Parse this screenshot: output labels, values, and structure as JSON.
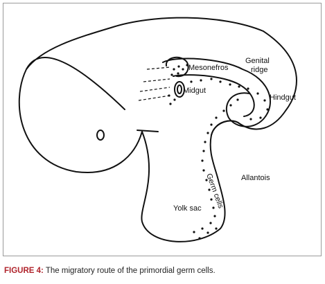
{
  "figure": {
    "labels": {
      "mesonefros": "Mesonefros",
      "genital_line1": "Genital",
      "genital_line2": "ridge",
      "midgut": "Midgut",
      "hindgut": "Hindgut",
      "allantois": "Allantois",
      "yolk_sac": "Yolk sac",
      "germ_cells": "Germ cells"
    }
  },
  "caption": {
    "lead": "FIGURE 4:",
    "text": " The migratory route of the primordial germ cells."
  }
}
